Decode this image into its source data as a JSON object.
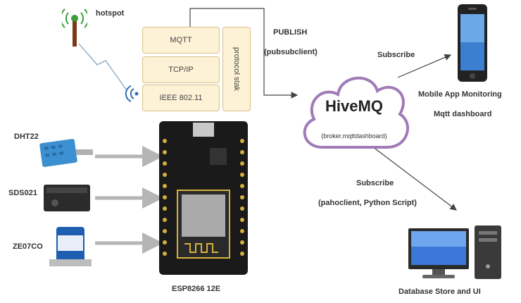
{
  "hotspot": {
    "label": "hotspot"
  },
  "protocol_stack": {
    "layers": [
      "MQTT",
      "TCP/IP",
      "IEEE 802.11"
    ],
    "side_label": "protocol stak"
  },
  "publish": {
    "label": "PUBLISH",
    "sublabel": "(pubsubclient)"
  },
  "broker": {
    "name": "HiveMQ",
    "host": "(broker.mqttdashboard)"
  },
  "subscribe_mobile": {
    "label": "Subscribe"
  },
  "mobile": {
    "line1": "Mobile App Monitoring",
    "line2": "Mqtt dashboard"
  },
  "subscribe_db": {
    "label": "Subscribe",
    "sublabel": "(pahoclient, Python Script)"
  },
  "database": {
    "label": "Database Store and UI"
  },
  "sensors": [
    {
      "label": "DHT22"
    },
    {
      "label": "SDS021"
    },
    {
      "label": "ZE07CO"
    }
  ],
  "board": {
    "label": "ESP8266 12E"
  },
  "colors": {
    "cloud_stroke": "#a07bb7",
    "arrow": "#444444",
    "sensor_arrow": "#b5b5b5",
    "stack_fill": "#fdf1d6"
  }
}
